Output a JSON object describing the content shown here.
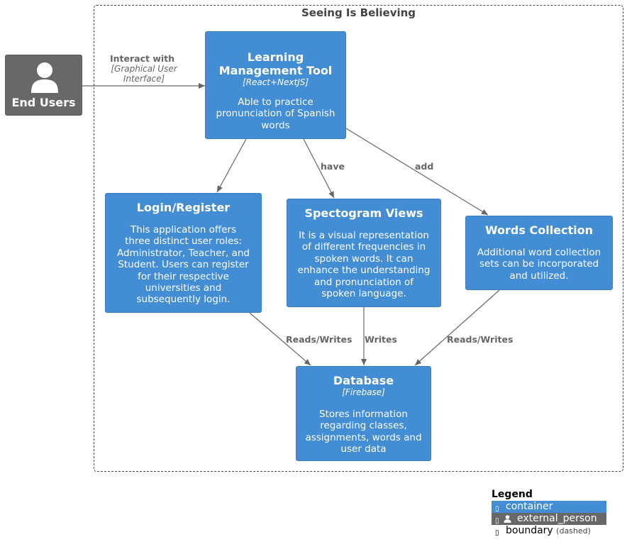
{
  "boundary": {
    "title": "Seeing Is Believing"
  },
  "person": {
    "label": "End Users",
    "icon": "person-icon",
    "color": "#686868"
  },
  "nodes": {
    "lmt": {
      "title_line1": "Learning",
      "title_line2": "Management Tool",
      "tech": "[React+NextJS]",
      "desc": [
        "Able to practice",
        "pronunciation of Spanish",
        "words"
      ]
    },
    "login": {
      "title": "Login/Register",
      "desc": [
        "This application offers",
        "three distinct user roles:",
        "Administrator, Teacher, and",
        "Student. Users can register",
        "for their respective",
        "universities and",
        "subsequently login."
      ]
    },
    "spectogram": {
      "title": "Spectogram Views",
      "desc": [
        "It is a visual representation",
        "of different frequencies in",
        "spoken words. It can",
        "enhance the understanding",
        "and pronunciation of",
        "spoken language."
      ]
    },
    "words": {
      "title": "Words Collection",
      "desc": [
        "Additional word collection",
        "sets can be incorporated",
        "and utilized."
      ]
    },
    "database": {
      "title": "Database",
      "tech": "[Firebase]",
      "desc": [
        "Stores information",
        "regarding classes,",
        "assignments, words and",
        "user data"
      ]
    }
  },
  "edges": {
    "interact": {
      "label": "Interact with",
      "tech_line1": "[Graphical User",
      "tech_line2": "Interface]"
    },
    "have": "have",
    "add": "add",
    "login_db": "Reads/Writes",
    "spec_db": "Writes",
    "words_db": "Reads/Writes"
  },
  "legend": {
    "title": "Legend",
    "container": "container",
    "external_person": "external_person",
    "boundary": "boundary",
    "boundary_note": "(dashed)",
    "box_glyph": "▯"
  },
  "colors": {
    "container": "#438DD5",
    "person": "#686868",
    "edge": "#666666"
  }
}
